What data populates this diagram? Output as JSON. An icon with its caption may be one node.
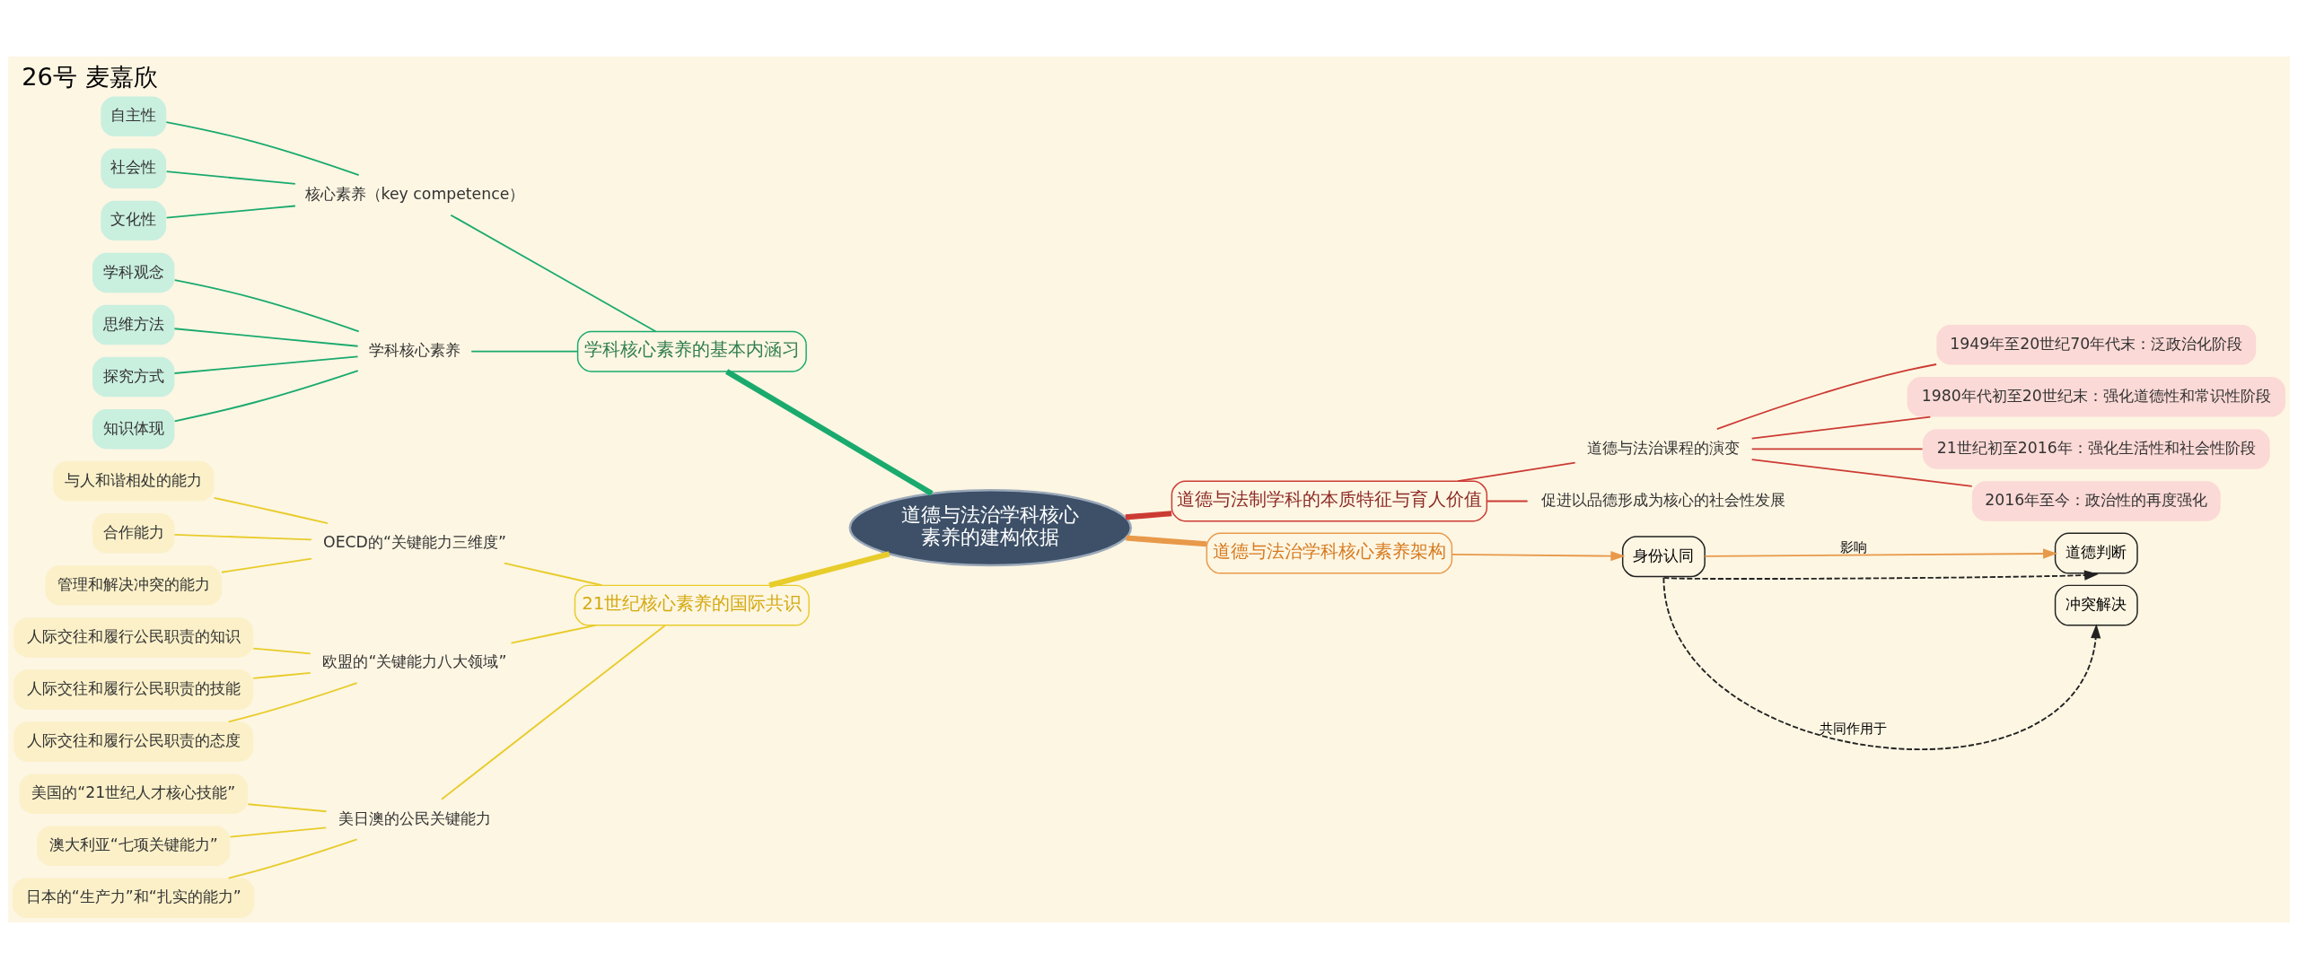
{
  "diagram": {
    "title": "26号 麦嘉欣",
    "nodes": [
      {
        "text": [
          "道德与法治学科核心素养的建构依据"
        ]
      },
      {
        "text": [
          "学科核心素养的基本内涵习"
        ]
      },
      {
        "text": [
          "核心素养（key competence）"
        ]
      },
      {
        "text": [
          "自主性"
        ]
      },
      {
        "text": [
          "社会性"
        ]
      },
      {
        "text": [
          "文化性"
        ]
      },
      {
        "text": [
          "学科核心素养"
        ]
      },
      {
        "text": [
          "学科观念"
        ]
      },
      {
        "text": [
          "思维方法"
        ]
      },
      {
        "text": [
          "探究方式"
        ]
      },
      {
        "text": [
          "知识体现"
        ]
      },
      {
        "text": [
          "21世纪核心素养的国际共识"
        ]
      },
      {
        "text": [
          "OECD的“关键能力三维度”"
        ]
      },
      {
        "text": [
          "与人和谐相处的能力"
        ]
      },
      {
        "text": [
          "合作能力"
        ]
      },
      {
        "text": [
          "管理和解决冲突的能力"
        ]
      },
      {
        "text": [
          "欧盟的“关键能力八大领域”"
        ]
      },
      {
        "text": [
          "人际交往和履行公民职责的知识"
        ]
      },
      {
        "text": [
          "人际交往和履行公民职责的技能"
        ]
      },
      {
        "text": [
          "人际交往和履行公民职责的态度"
        ]
      },
      {
        "text": [
          "美日澳的公民关键能力"
        ]
      },
      {
        "text": [
          "美国的“21世纪人才核心技能”"
        ]
      },
      {
        "text": [
          "澳大利亚“七项关键能力”"
        ]
      },
      {
        "text": [
          "日本的“生产力”和“扎实的能力”"
        ]
      },
      {
        "text": [
          "道德与法制学科的本质特征与育人价值"
        ]
      },
      {
        "text": [
          "道德与法治课程的演变"
        ]
      },
      {
        "text": [
          "1949年至20世纪70年代末：泛政治化阶段"
        ]
      },
      {
        "text": [
          "1980年代初至20世纪末：强化道德性和常识性阶段"
        ]
      },
      {
        "text": [
          "21世纪初至2016年：强化生活性和社会性阶段"
        ]
      },
      {
        "text": [
          "2016年至今：政治性的再度强化"
        ]
      },
      {
        "text": [
          "促进以品德形成为核心的社会性发展"
        ]
      },
      {
        "text": [
          "道德与法治学科核心素养架构"
        ]
      },
      {
        "text": [
          "身份认同"
        ]
      },
      {
        "text": [
          "道德判断"
        ]
      },
      {
        "text": [
          "冲突解决"
        ]
      }
    ],
    "edges": [
      {
        "from": 0,
        "to": 1,
        "arrow": "none",
        "style": "thick",
        "color": "#1aaa6e"
      },
      {
        "from": 1,
        "to": 2,
        "arrow": "none",
        "color": "#1aaa6e"
      },
      {
        "from": 2,
        "to": 3,
        "arrow": "none",
        "color": "#1aaa6e"
      },
      {
        "from": 2,
        "to": 4,
        "arrow": "none",
        "color": "#1aaa6e"
      },
      {
        "from": 2,
        "to": 5,
        "arrow": "none",
        "color": "#1aaa6e"
      },
      {
        "from": 1,
        "to": 6,
        "arrow": "none",
        "color": "#1aaa6e"
      },
      {
        "from": 6,
        "to": 7,
        "arrow": "none",
        "color": "#1aaa6e"
      },
      {
        "from": 6,
        "to": 8,
        "arrow": "none",
        "color": "#1aaa6e"
      },
      {
        "from": 6,
        "to": 9,
        "arrow": "none",
        "color": "#1aaa6e"
      },
      {
        "from": 6,
        "to": 10,
        "arrow": "none",
        "color": "#1aaa6e"
      },
      {
        "from": 0,
        "to": 11,
        "arrow": "none",
        "style": "thick",
        "color": "#e8cc2a"
      },
      {
        "from": 11,
        "to": 12,
        "arrow": "none",
        "color": "#e8cc2a"
      },
      {
        "from": 12,
        "to": 13,
        "arrow": "none",
        "color": "#e8cc2a"
      },
      {
        "from": 12,
        "to": 14,
        "arrow": "none",
        "color": "#e8cc2a"
      },
      {
        "from": 12,
        "to": 15,
        "arrow": "none",
        "color": "#e8cc2a"
      },
      {
        "from": 11,
        "to": 16,
        "arrow": "none",
        "color": "#e8cc2a"
      },
      {
        "from": 16,
        "to": 17,
        "arrow": "none",
        "color": "#e8cc2a"
      },
      {
        "from": 16,
        "to": 18,
        "arrow": "none",
        "color": "#e8cc2a"
      },
      {
        "from": 16,
        "to": 19,
        "arrow": "none",
        "color": "#e8cc2a"
      },
      {
        "from": 11,
        "to": 20,
        "arrow": "none",
        "color": "#e8cc2a"
      },
      {
        "from": 20,
        "to": 21,
        "arrow": "none",
        "color": "#e8cc2a"
      },
      {
        "from": 20,
        "to": 22,
        "arrow": "none",
        "color": "#e8cc2a"
      },
      {
        "from": 20,
        "to": 23,
        "arrow": "none",
        "color": "#e8cc2a"
      },
      {
        "from": 0,
        "to": 24,
        "arrow": "none",
        "style": "thick",
        "color": "#cc3b33"
      },
      {
        "from": 24,
        "to": 25,
        "arrow": "none",
        "color": "#cc3b33"
      },
      {
        "from": 25,
        "to": 26,
        "arrow": "none",
        "color": "#cc3b33"
      },
      {
        "from": 25,
        "to": 27,
        "arrow": "none",
        "color": "#cc3b33"
      },
      {
        "from": 25,
        "to": 28,
        "arrow": "none",
        "color": "#cc3b33"
      },
      {
        "from": 25,
        "to": 29,
        "arrow": "none",
        "color": "#cc3b33"
      },
      {
        "from": 24,
        "to": 30,
        "arrow": "none",
        "color": "#cc3b33"
      },
      {
        "from": 0,
        "to": 31,
        "arrow": "none",
        "style": "thick",
        "color": "#e8994a"
      },
      {
        "from": 31,
        "to": 32,
        "arrow": "to",
        "color": "#e8994a"
      },
      {
        "from": 32,
        "to": 33,
        "label": "影响",
        "arrow": "to",
        "color": "#e8994a"
      },
      {
        "from": 32,
        "to": 34,
        "label": "共同作用于",
        "arrow": "to",
        "style": "dashed",
        "color": "#222222"
      },
      {
        "from": 32,
        "to": 33,
        "arrow": "to",
        "style": "dashed",
        "color": "#222222"
      }
    ]
  }
}
